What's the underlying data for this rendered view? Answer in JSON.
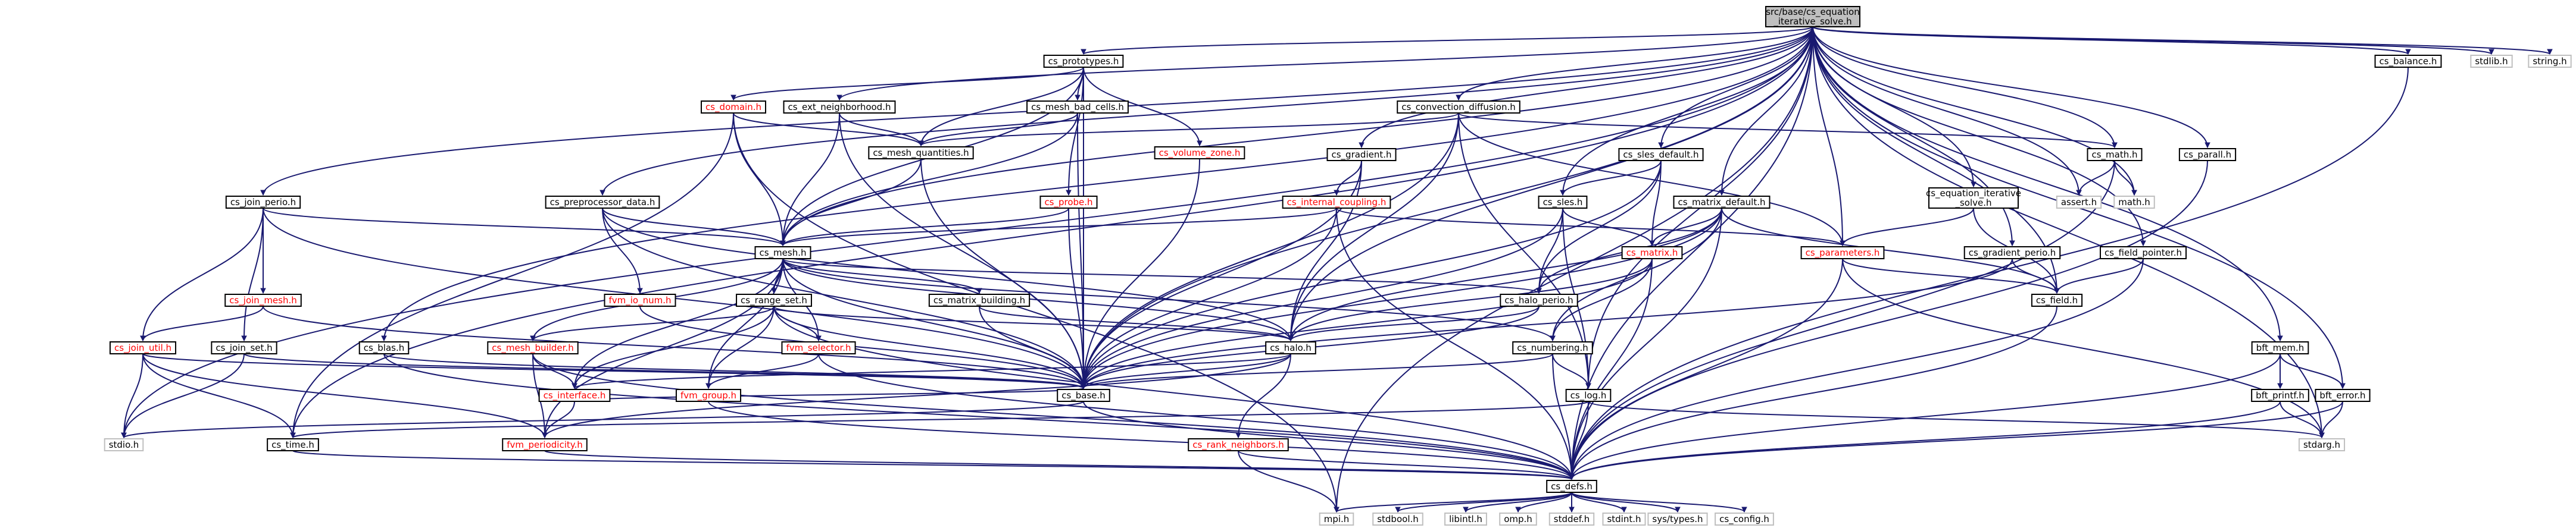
{
  "colors": {
    "edge": "#191970",
    "node_border": "#000000",
    "node_border_missing": "#bfbfbf",
    "node_fill": "#ffffff",
    "root_fill": "#bfbfbf",
    "label_linked": "#000000",
    "label_red": "#ff0000"
  },
  "nodes": [
    {
      "id": "root",
      "lines": [
        "src/base/cs_equation",
        "_iterative_solve.h"
      ],
      "kind": "root"
    },
    {
      "id": "mpi",
      "lines": [
        "mpi.h"
      ],
      "kind": "missing"
    },
    {
      "id": "prototypes",
      "lines": [
        "cs_prototypes.h"
      ],
      "kind": "normal"
    },
    {
      "id": "domain",
      "lines": [
        "cs_domain.h"
      ],
      "kind": "red"
    },
    {
      "id": "ext_nb",
      "lines": [
        "cs_ext_neighborhood.h"
      ],
      "kind": "normal"
    },
    {
      "id": "mesh_bad",
      "lines": [
        "cs_mesh_bad_cells.h"
      ],
      "kind": "normal"
    },
    {
      "id": "conv_diff",
      "lines": [
        "cs_convection_diffusion.h"
      ],
      "kind": "normal"
    },
    {
      "id": "mesh_quant",
      "lines": [
        "cs_mesh_quantities.h"
      ],
      "kind": "normal"
    },
    {
      "id": "volume_zone",
      "lines": [
        "cs_volume_zone.h"
      ],
      "kind": "red"
    },
    {
      "id": "gradient",
      "lines": [
        "cs_gradient.h"
      ],
      "kind": "normal"
    },
    {
      "id": "sles_default",
      "lines": [
        "cs_sles_default.h"
      ],
      "kind": "normal"
    },
    {
      "id": "math",
      "lines": [
        "cs_math.h"
      ],
      "kind": "normal"
    },
    {
      "id": "parall",
      "lines": [
        "cs_parall.h"
      ],
      "kind": "normal"
    },
    {
      "id": "balance",
      "lines": [
        "cs_balance.h"
      ],
      "kind": "normal"
    },
    {
      "id": "stdlib",
      "lines": [
        "stdlib.h"
      ],
      "kind": "missing"
    },
    {
      "id": "string",
      "lines": [
        "string.h"
      ],
      "kind": "missing"
    },
    {
      "id": "join_perio",
      "lines": [
        "cs_join_perio.h"
      ],
      "kind": "normal"
    },
    {
      "id": "preproc",
      "lines": [
        "cs_preprocessor_data.h"
      ],
      "kind": "normal"
    },
    {
      "id": "probe",
      "lines": [
        "cs_probe.h"
      ],
      "kind": "red"
    },
    {
      "id": "int_coupling",
      "lines": [
        "cs_internal_coupling.h"
      ],
      "kind": "red"
    },
    {
      "id": "sles",
      "lines": [
        "cs_sles.h"
      ],
      "kind": "normal"
    },
    {
      "id": "matrix_default",
      "lines": [
        "cs_matrix_default.h"
      ],
      "kind": "normal"
    },
    {
      "id": "eq_iter",
      "lines": [
        "cs_equation_iterative",
        "_solve.h"
      ],
      "kind": "normal"
    },
    {
      "id": "assert",
      "lines": [
        "assert.h"
      ],
      "kind": "missing"
    },
    {
      "id": "mathh",
      "lines": [
        "math.h"
      ],
      "kind": "missing"
    },
    {
      "id": "field_pointer",
      "lines": [
        "cs_field_pointer.h"
      ],
      "kind": "normal"
    },
    {
      "id": "mesh",
      "lines": [
        "cs_mesh.h"
      ],
      "kind": "normal"
    },
    {
      "id": "matrix",
      "lines": [
        "cs_matrix.h"
      ],
      "kind": "red"
    },
    {
      "id": "parameters",
      "lines": [
        "cs_parameters.h"
      ],
      "kind": "red"
    },
    {
      "id": "grad_perio",
      "lines": [
        "cs_gradient_perio.h"
      ],
      "kind": "normal"
    },
    {
      "id": "join_mesh",
      "lines": [
        "cs_join_mesh.h"
      ],
      "kind": "red"
    },
    {
      "id": "fvm_io_num",
      "lines": [
        "fvm_io_num.h"
      ],
      "kind": "red"
    },
    {
      "id": "range_set",
      "lines": [
        "cs_range_set.h"
      ],
      "kind": "normal"
    },
    {
      "id": "matrix_building",
      "lines": [
        "cs_matrix_building.h"
      ],
      "kind": "normal"
    },
    {
      "id": "halo_perio",
      "lines": [
        "cs_halo_perio.h"
      ],
      "kind": "normal"
    },
    {
      "id": "field",
      "lines": [
        "cs_field.h"
      ],
      "kind": "normal"
    },
    {
      "id": "join_util",
      "lines": [
        "cs_join_util.h"
      ],
      "kind": "red"
    },
    {
      "id": "join_set",
      "lines": [
        "cs_join_set.h"
      ],
      "kind": "normal"
    },
    {
      "id": "blas",
      "lines": [
        "cs_blas.h"
      ],
      "kind": "normal"
    },
    {
      "id": "mesh_builder",
      "lines": [
        "cs_mesh_builder.h"
      ],
      "kind": "red"
    },
    {
      "id": "fvm_selector",
      "lines": [
        "fvm_selector.h"
      ],
      "kind": "red"
    },
    {
      "id": "halo",
      "lines": [
        "cs_halo.h"
      ],
      "kind": "normal"
    },
    {
      "id": "numbering",
      "lines": [
        "cs_numbering.h"
      ],
      "kind": "normal"
    },
    {
      "id": "bft_mem",
      "lines": [
        "bft_mem.h"
      ],
      "kind": "normal"
    },
    {
      "id": "interface",
      "lines": [
        "cs_interface.h"
      ],
      "kind": "red"
    },
    {
      "id": "fvm_group",
      "lines": [
        "fvm_group.h"
      ],
      "kind": "red"
    },
    {
      "id": "base",
      "lines": [
        "cs_base.h"
      ],
      "kind": "normal"
    },
    {
      "id": "log",
      "lines": [
        "cs_log.h"
      ],
      "kind": "normal"
    },
    {
      "id": "bft_printf",
      "lines": [
        "bft_printf.h"
      ],
      "kind": "normal"
    },
    {
      "id": "bft_error",
      "lines": [
        "bft_error.h"
      ],
      "kind": "normal"
    },
    {
      "id": "stdio",
      "lines": [
        "stdio.h"
      ],
      "kind": "missing"
    },
    {
      "id": "cs_time",
      "lines": [
        "cs_time.h"
      ],
      "kind": "normal"
    },
    {
      "id": "fvm_periodicity",
      "lines": [
        "fvm_periodicity.h"
      ],
      "kind": "red"
    },
    {
      "id": "rank_nb",
      "lines": [
        "cs_rank_neighbors.h"
      ],
      "kind": "red"
    },
    {
      "id": "stdarg",
      "lines": [
        "stdarg.h"
      ],
      "kind": "missing"
    },
    {
      "id": "cs_defs",
      "lines": [
        "cs_defs.h"
      ],
      "kind": "normal"
    },
    {
      "id": "stdbool",
      "lines": [
        "stdbool.h"
      ],
      "kind": "missing"
    },
    {
      "id": "libintl",
      "lines": [
        "libintl.h"
      ],
      "kind": "missing"
    },
    {
      "id": "omp",
      "lines": [
        "omp.h"
      ],
      "kind": "missing"
    },
    {
      "id": "stddef",
      "lines": [
        "stddef.h"
      ],
      "kind": "missing"
    },
    {
      "id": "stdint",
      "lines": [
        "stdint.h"
      ],
      "kind": "missing"
    },
    {
      "id": "systypes",
      "lines": [
        "sys/types.h"
      ],
      "kind": "missing"
    },
    {
      "id": "cs_config",
      "lines": [
        "cs_config.h"
      ],
      "kind": "missing"
    }
  ],
  "edges": [
    [
      "root",
      "prototypes"
    ],
    [
      "root",
      "ext_nb"
    ],
    [
      "root",
      "conv_diff"
    ],
    [
      "root",
      "gradient"
    ],
    [
      "root",
      "sles_default"
    ],
    [
      "root",
      "math"
    ],
    [
      "root",
      "parall"
    ],
    [
      "root",
      "balance"
    ],
    [
      "root",
      "stdlib"
    ],
    [
      "root",
      "string"
    ],
    [
      "root",
      "join_perio"
    ],
    [
      "root",
      "preproc"
    ],
    [
      "root",
      "sles"
    ],
    [
      "root",
      "matrix_default"
    ],
    [
      "root",
      "eq_iter"
    ],
    [
      "root",
      "assert"
    ],
    [
      "root",
      "mathh"
    ],
    [
      "root",
      "field_pointer"
    ],
    [
      "root",
      "mesh"
    ],
    [
      "root",
      "parameters"
    ],
    [
      "root",
      "grad_perio"
    ],
    [
      "root",
      "field"
    ],
    [
      "root",
      "blas"
    ],
    [
      "root",
      "halo"
    ],
    [
      "root",
      "bft_mem"
    ],
    [
      "root",
      "bft_error"
    ],
    [
      "root",
      "stdio"
    ],
    [
      "root",
      "cs_time"
    ],
    [
      "root",
      "log"
    ],
    [
      "root",
      "base"
    ],
    [
      "root",
      "stdarg"
    ],
    [
      "root",
      "cs_defs"
    ],
    [
      "root",
      "mpi"
    ],
    [
      "prototypes",
      "domain"
    ],
    [
      "prototypes",
      "mesh_bad"
    ],
    [
      "prototypes",
      "mesh_quant"
    ],
    [
      "prototypes",
      "volume_zone"
    ],
    [
      "prototypes",
      "probe"
    ],
    [
      "prototypes",
      "mesh"
    ],
    [
      "prototypes",
      "base"
    ],
    [
      "domain",
      "mesh_quant"
    ],
    [
      "domain",
      "mesh"
    ],
    [
      "domain",
      "cs_time"
    ],
    [
      "domain",
      "mpi"
    ],
    [
      "ext_nb",
      "mesh_quant"
    ],
    [
      "ext_nb",
      "mesh"
    ],
    [
      "ext_nb",
      "base"
    ],
    [
      "mesh_bad",
      "mesh_quant"
    ],
    [
      "mesh_bad",
      "mesh"
    ],
    [
      "mesh_bad",
      "base"
    ],
    [
      "conv_diff",
      "mesh_quant"
    ],
    [
      "conv_diff",
      "halo"
    ],
    [
      "conv_diff",
      "base"
    ],
    [
      "conv_diff",
      "parameters"
    ],
    [
      "conv_diff",
      "math"
    ],
    [
      "conv_diff",
      "log"
    ],
    [
      "mesh_quant",
      "mesh"
    ],
    [
      "mesh_quant",
      "base"
    ],
    [
      "volume_zone",
      "base"
    ],
    [
      "gradient",
      "int_coupling"
    ],
    [
      "gradient",
      "halo"
    ],
    [
      "gradient",
      "base"
    ],
    [
      "sles_default",
      "sles"
    ],
    [
      "sles_default",
      "matrix"
    ],
    [
      "sles_default",
      "halo_perio"
    ],
    [
      "sles_default",
      "base"
    ],
    [
      "math",
      "assert"
    ],
    [
      "math",
      "mathh"
    ],
    [
      "math",
      "cs_defs"
    ],
    [
      "parall",
      "cs_defs"
    ],
    [
      "balance",
      "cs_defs"
    ],
    [
      "join_perio",
      "mesh"
    ],
    [
      "join_perio",
      "join_mesh"
    ],
    [
      "join_perio",
      "join_util"
    ],
    [
      "join_perio",
      "join_set"
    ],
    [
      "join_perio",
      "base"
    ],
    [
      "preproc",
      "mesh"
    ],
    [
      "preproc",
      "fvm_io_num"
    ],
    [
      "preproc",
      "base"
    ],
    [
      "preproc",
      "halo"
    ],
    [
      "probe",
      "mesh"
    ],
    [
      "probe",
      "base"
    ],
    [
      "int_coupling",
      "mesh"
    ],
    [
      "int_coupling",
      "base"
    ],
    [
      "int_coupling",
      "parameters"
    ],
    [
      "int_coupling",
      "cs_defs"
    ],
    [
      "sles",
      "matrix"
    ],
    [
      "sles",
      "halo_perio"
    ],
    [
      "sles",
      "base"
    ],
    [
      "sles",
      "log"
    ],
    [
      "matrix_default",
      "matrix"
    ],
    [
      "matrix_default",
      "halo_perio"
    ],
    [
      "matrix_default",
      "field"
    ],
    [
      "matrix_default",
      "numbering"
    ],
    [
      "matrix_default",
      "halo"
    ],
    [
      "matrix_default",
      "base"
    ],
    [
      "matrix_default",
      "cs_defs"
    ],
    [
      "eq_iter",
      "parameters"
    ],
    [
      "eq_iter",
      "field"
    ],
    [
      "field_pointer",
      "field"
    ],
    [
      "field_pointer",
      "cs_defs"
    ],
    [
      "mesh",
      "range_set"
    ],
    [
      "mesh",
      "matrix_building"
    ],
    [
      "mesh",
      "halo"
    ],
    [
      "mesh",
      "numbering"
    ],
    [
      "mesh",
      "interface"
    ],
    [
      "mesh",
      "mesh_builder"
    ],
    [
      "mesh",
      "fvm_selector"
    ],
    [
      "mesh",
      "fvm_group"
    ],
    [
      "mesh",
      "fvm_periodicity"
    ],
    [
      "mesh",
      "base"
    ],
    [
      "mesh",
      "halo_perio"
    ],
    [
      "matrix",
      "halo"
    ],
    [
      "matrix",
      "numbering"
    ],
    [
      "matrix",
      "base"
    ],
    [
      "matrix",
      "cs_defs"
    ],
    [
      "parameters",
      "field"
    ],
    [
      "parameters",
      "cs_defs"
    ],
    [
      "parameters",
      "stdarg"
    ],
    [
      "grad_perio",
      "field"
    ],
    [
      "grad_perio",
      "base"
    ],
    [
      "join_mesh",
      "join_util"
    ],
    [
      "join_mesh",
      "base"
    ],
    [
      "fvm_io_num",
      "base"
    ],
    [
      "range_set",
      "halo"
    ],
    [
      "range_set",
      "interface"
    ],
    [
      "range_set",
      "base"
    ],
    [
      "range_set",
      "fvm_group"
    ],
    [
      "range_set",
      "fvm_selector"
    ],
    [
      "range_set",
      "mesh_builder"
    ],
    [
      "range_set",
      "cs_defs"
    ],
    [
      "matrix_building",
      "halo"
    ],
    [
      "matrix_building",
      "base"
    ],
    [
      "halo_perio",
      "halo"
    ],
    [
      "halo_perio",
      "base"
    ],
    [
      "field",
      "cs_defs"
    ],
    [
      "join_util",
      "base"
    ],
    [
      "join_util",
      "stdio"
    ],
    [
      "join_util",
      "fvm_periodicity"
    ],
    [
      "join_util",
      "cs_time"
    ],
    [
      "join_set",
      "base"
    ],
    [
      "join_set",
      "stdio"
    ],
    [
      "blas",
      "base"
    ],
    [
      "blas",
      "cs_defs"
    ],
    [
      "mesh_builder",
      "interface"
    ],
    [
      "mesh_builder",
      "fvm_periodicity"
    ],
    [
      "mesh_builder",
      "cs_defs"
    ],
    [
      "fvm_selector",
      "fvm_group"
    ],
    [
      "fvm_selector",
      "cs_defs"
    ],
    [
      "halo",
      "base"
    ],
    [
      "halo",
      "interface"
    ],
    [
      "halo",
      "rank_nb"
    ],
    [
      "halo",
      "fvm_periodicity"
    ],
    [
      "numbering",
      "base"
    ],
    [
      "numbering",
      "log"
    ],
    [
      "numbering",
      "cs_defs"
    ],
    [
      "bft_mem",
      "bft_printf"
    ],
    [
      "bft_mem",
      "bft_error"
    ],
    [
      "bft_mem",
      "cs_defs"
    ],
    [
      "interface",
      "fvm_periodicity"
    ],
    [
      "interface",
      "base"
    ],
    [
      "fvm_group",
      "cs_defs"
    ],
    [
      "base",
      "cs_defs"
    ],
    [
      "base",
      "stdio"
    ],
    [
      "log",
      "cs_time"
    ],
    [
      "log",
      "stdarg"
    ],
    [
      "log",
      "cs_defs"
    ],
    [
      "bft_printf",
      "stdarg"
    ],
    [
      "bft_printf",
      "cs_defs"
    ],
    [
      "bft_error",
      "stdarg"
    ],
    [
      "bft_error",
      "cs_defs"
    ],
    [
      "cs_time",
      "cs_defs"
    ],
    [
      "fvm_periodicity",
      "cs_defs"
    ],
    [
      "rank_nb",
      "mpi"
    ],
    [
      "rank_nb",
      "cs_defs"
    ],
    [
      "cs_defs",
      "mpi"
    ],
    [
      "cs_defs",
      "stdbool"
    ],
    [
      "cs_defs",
      "libintl"
    ],
    [
      "cs_defs",
      "omp"
    ],
    [
      "cs_defs",
      "stddef"
    ],
    [
      "cs_defs",
      "stdint"
    ],
    [
      "cs_defs",
      "systypes"
    ],
    [
      "cs_defs",
      "cs_config"
    ]
  ]
}
